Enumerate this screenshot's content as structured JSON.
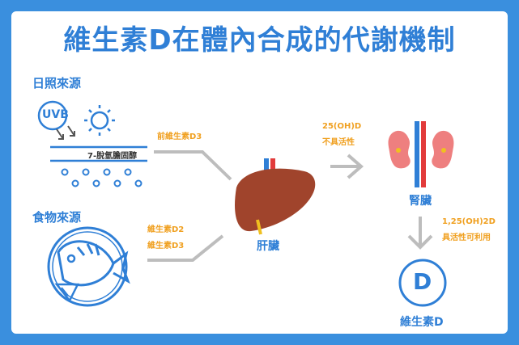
{
  "title": "維生素D在體內合成的代謝機制",
  "sources": {
    "sunlight": "日照來源",
    "food": "食物來源",
    "uvb": "UVB",
    "skin_compound": "7-脫氫膽固醇"
  },
  "labels": {
    "pre_d3": "前維生素D3",
    "d2": "維生素D2",
    "d3": "維生素D3",
    "liver": "肝臟",
    "oh_d": "25(OH)D",
    "inactive": "不具活性",
    "kidney": "腎臟",
    "oh2d": "1,25(OH)2D",
    "active": "具活性可利用",
    "vitamin_d": "維生素D",
    "d_letter": "D"
  },
  "colors": {
    "background": "#3a8fde",
    "accent_blue": "#2f7fd6",
    "orange": "#f0a020",
    "arrow_gray": "#bdbdbd",
    "liver": "#a0442c",
    "kidney": "#ee7f7f",
    "vessel": "#e23b3b"
  }
}
